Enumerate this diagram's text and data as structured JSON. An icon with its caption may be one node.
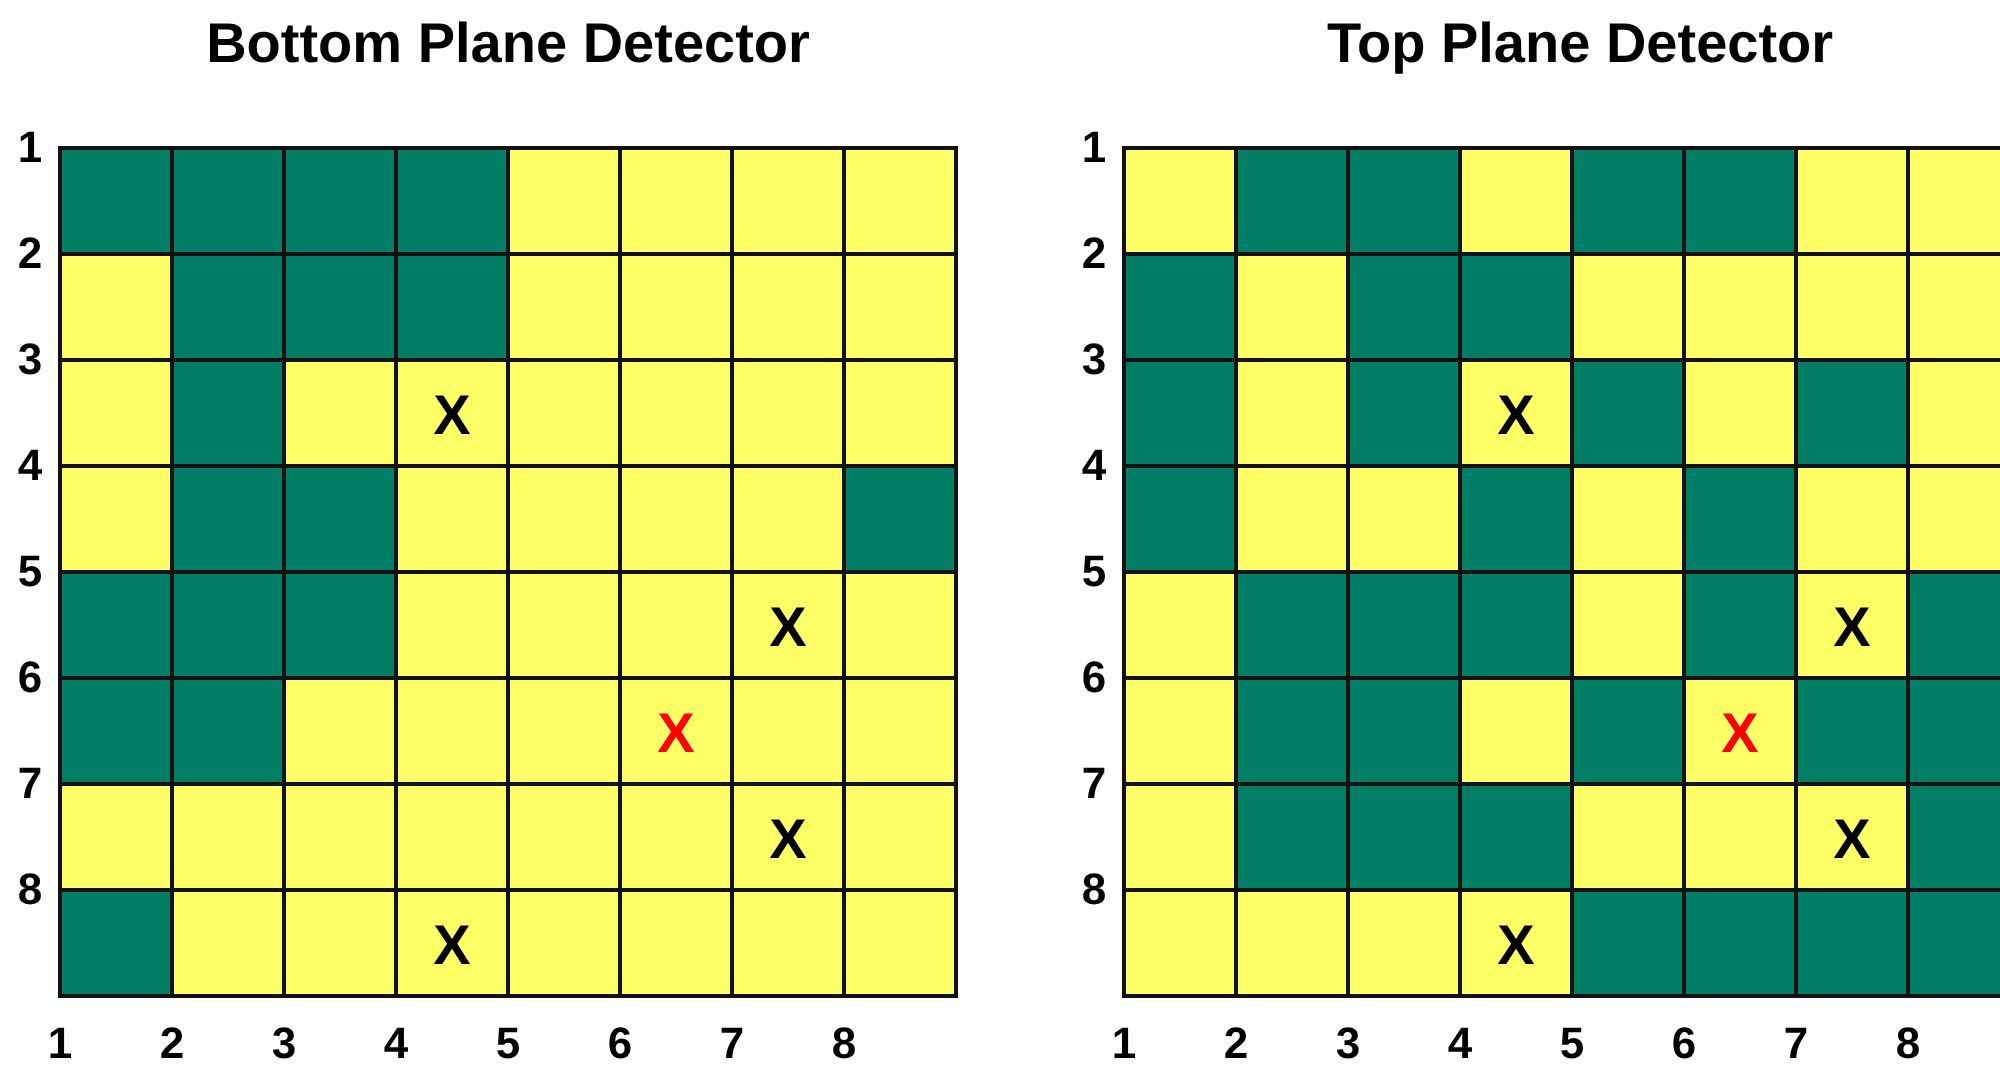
{
  "diagram": {
    "labels": [
      "Bottom Plane Detector",
      "1",
      "2",
      "3",
      "4",
      "5",
      "6",
      "7",
      "8",
      "X",
      "X",
      "X",
      "X",
      "X",
      "1",
      "2",
      "3",
      "4",
      "5",
      "6",
      "7",
      "8",
      "Top Plane Detector",
      "1",
      "2",
      "3",
      "4",
      "5",
      "6",
      "7",
      "8",
      "X",
      "X",
      "X",
      "X",
      "X",
      "1",
      "2",
      "3",
      "4",
      "5",
      "6",
      "7",
      "8"
    ]
  }
}
